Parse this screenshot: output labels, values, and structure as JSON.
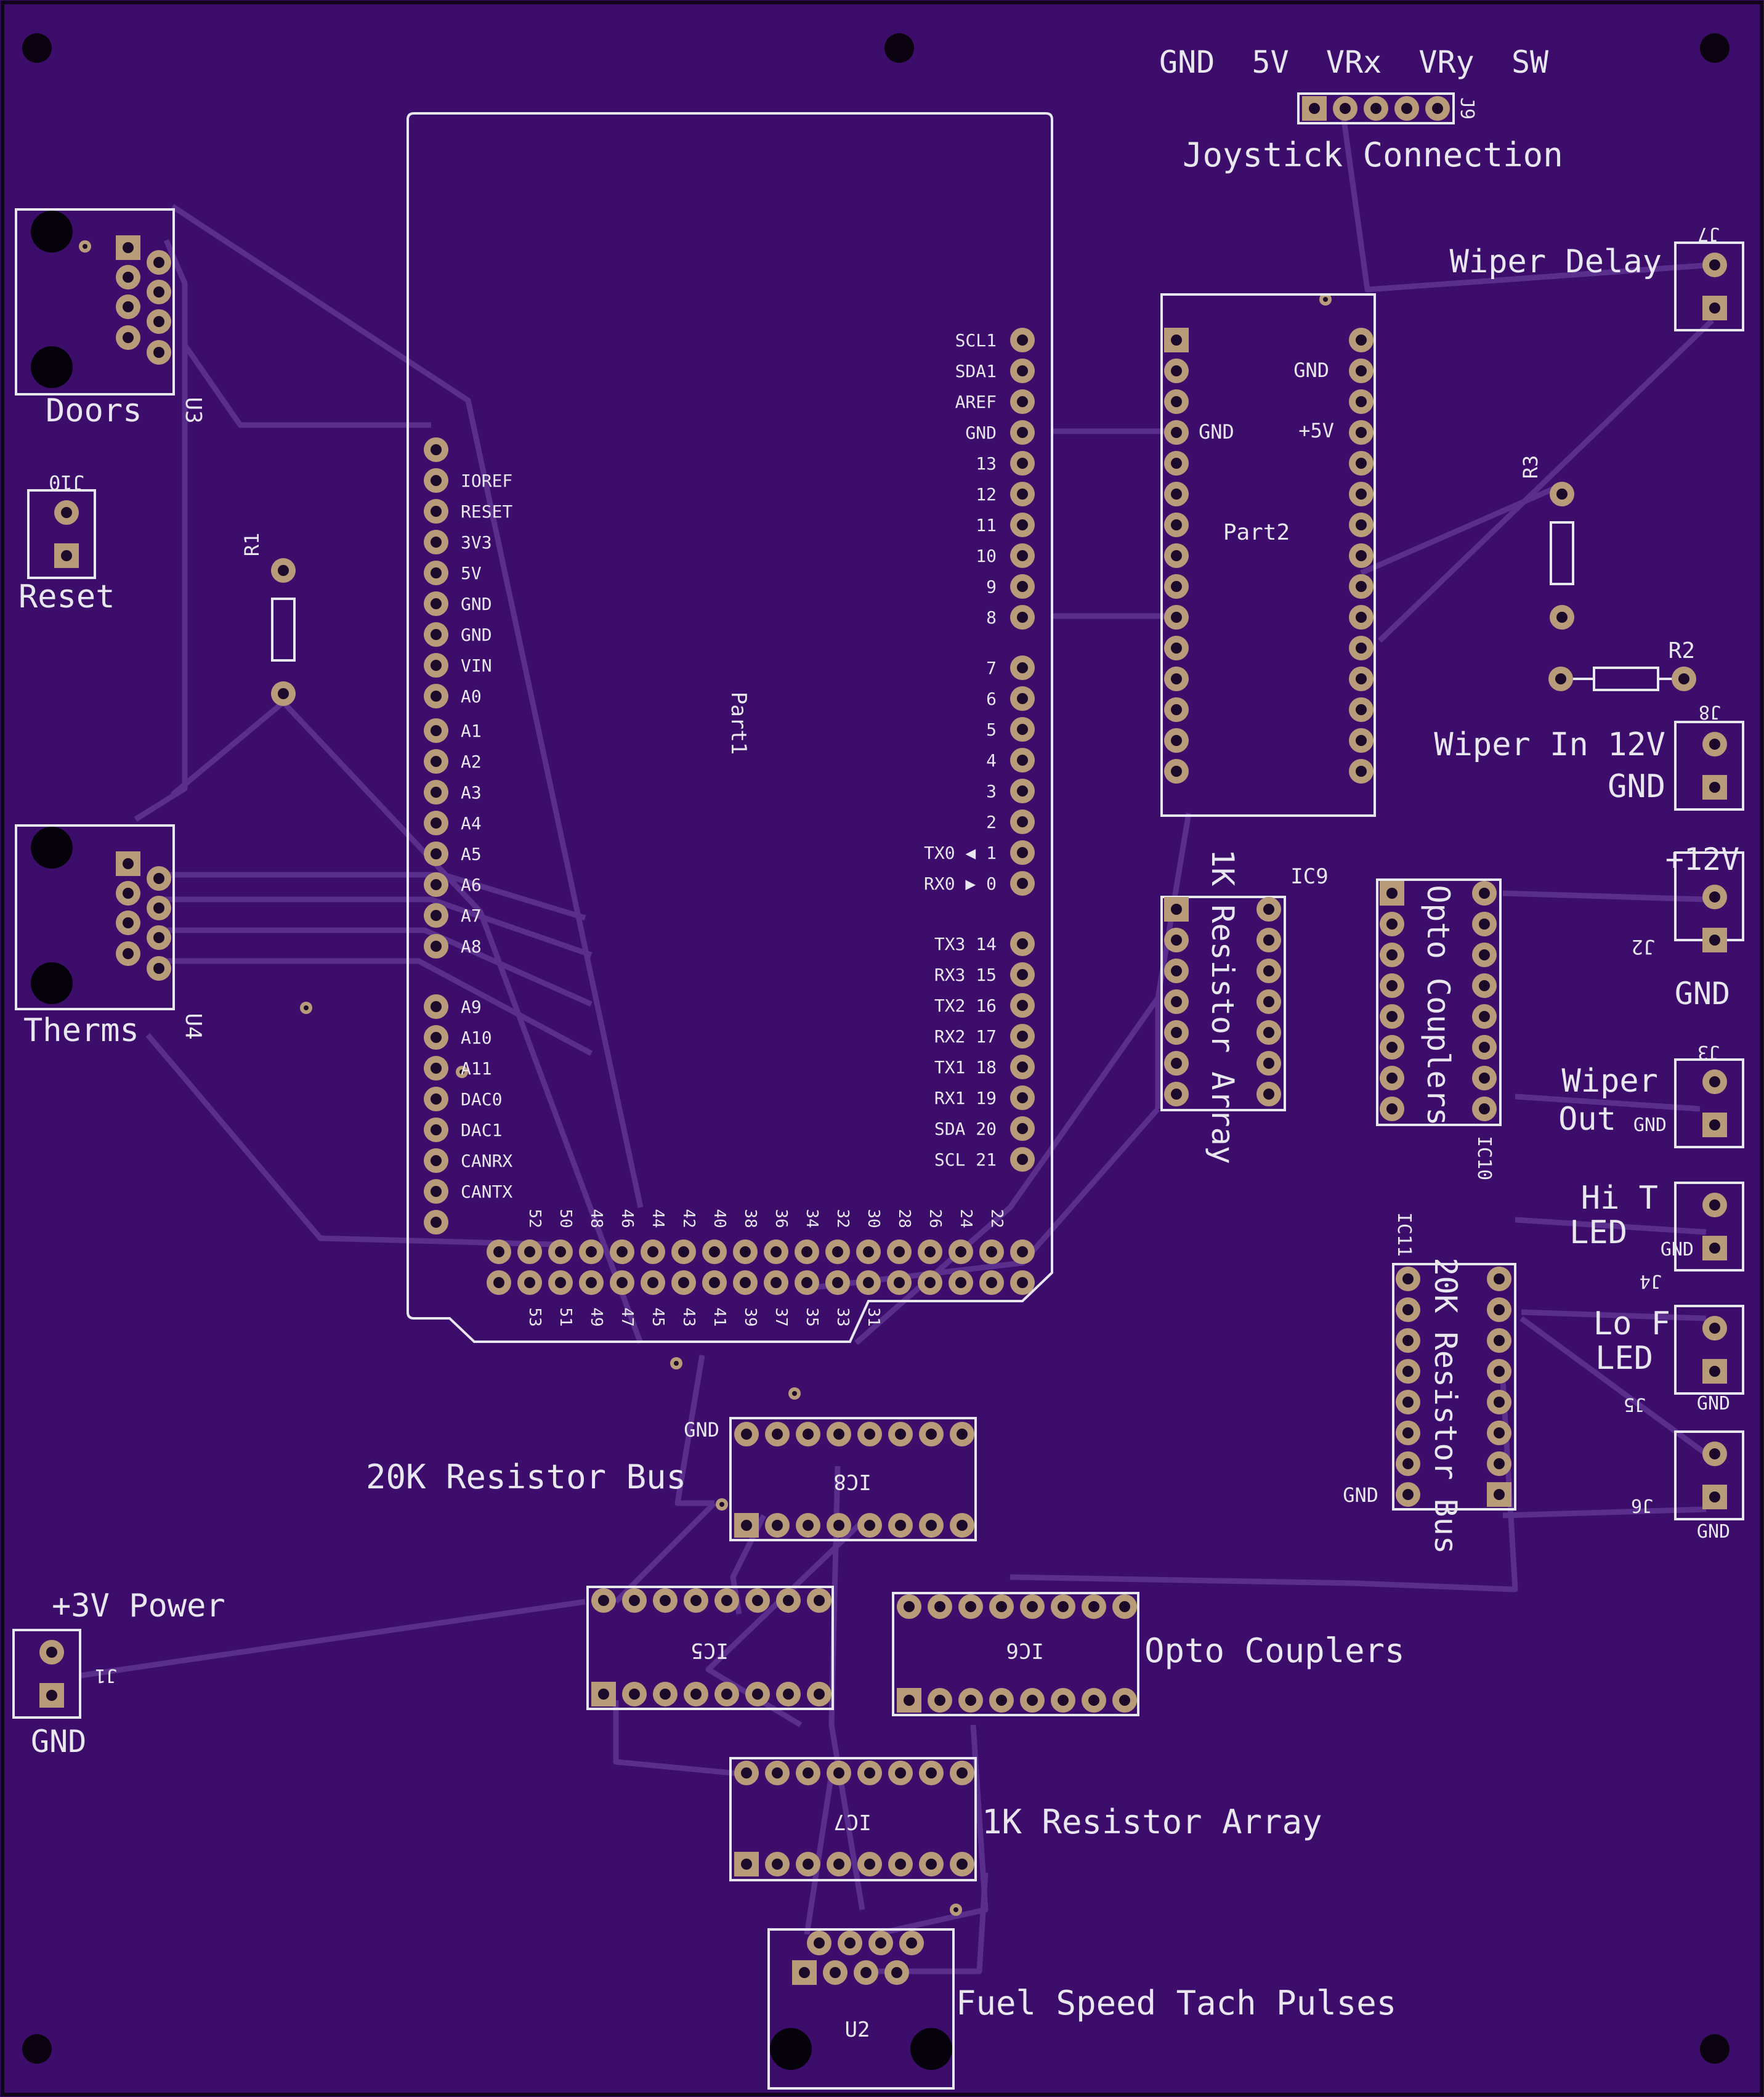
{
  "colors": {
    "board": "#3c0d6b",
    "trace": "#5a2e8c",
    "silk": "#e8e6ee",
    "copper": "#b89c7a",
    "hole": "#1c0a2a"
  },
  "joystick": {
    "pins": "GND  5V  VRx  VRy  SW",
    "title": "Joystick Connection",
    "ref": "J9"
  },
  "doors": {
    "label": "Doors",
    "ref": "U3"
  },
  "therms": {
    "label": "Therms",
    "ref": "U4"
  },
  "reset": {
    "label": "Reset",
    "ref": "J10"
  },
  "r1": "R1",
  "r2": "R2",
  "r3": "R3",
  "part1": {
    "name": "Part1",
    "left_labels": [
      "IOREF",
      "RESET",
      "3V3",
      "5V",
      "GND",
      "GND",
      "VIN",
      "A0",
      "A1",
      "A2",
      "A3",
      "A4",
      "A5",
      "A6",
      "A7",
      "A8",
      "A9",
      "A10",
      "A11",
      "DAC0",
      "DAC1",
      "CANRX",
      "CANTX"
    ],
    "right_labels": [
      "SCL1",
      "SDA1",
      "AREF",
      "GND",
      "13",
      "12",
      "11",
      "10",
      "9",
      "8",
      "7",
      "6",
      "5",
      "4",
      "3",
      "2",
      "TX0 ◀ 1",
      "RX0 ▶ 0",
      "TX3 14",
      "RX3 15",
      "TX2 16",
      "RX2 17",
      "TX1 18",
      "RX1 19",
      "SDA 20",
      "SCL 21"
    ],
    "bottom_top": [
      "52",
      "50",
      "48",
      "46",
      "44",
      "42",
      "40",
      "38",
      "36",
      "34",
      "32",
      "30",
      "28",
      "26",
      "24",
      "22"
    ],
    "bottom_bot": [
      "53",
      "51",
      "49",
      "47",
      "45",
      "43",
      "41",
      "39",
      "37",
      "35",
      "33",
      "31"
    ]
  },
  "part2": {
    "name": "Part2",
    "gnd_right": "GND",
    "gnd_left": "GND",
    "plus5v": "+5V"
  },
  "wiper_delay": {
    "label": "Wiper Delay",
    "ref": "J7"
  },
  "wiper_in": {
    "line1": "Wiper In 12V",
    "line2": "GND",
    "ref": "J8"
  },
  "j2": {
    "top": "+12V",
    "bottom": "GND",
    "ref": "J2"
  },
  "j3": {
    "line1": "Wiper",
    "line2": "Out",
    "gnd": "GND",
    "ref": "J3"
  },
  "j4": {
    "line1": "Hi T",
    "line2": "LED",
    "gnd": "GND",
    "ref": "J4"
  },
  "j5": {
    "line1": "Lo F",
    "line2": "LED",
    "gnd": "GND",
    "ref": "J5"
  },
  "j6": {
    "gnd": "GND",
    "ref": "J6"
  },
  "ic9": {
    "label": "1K Resistor Array",
    "ref": "IC9"
  },
  "ic10": {
    "label": "Opto Couplers",
    "ref": "IC10"
  },
  "ic11": {
    "label": "20K Resistor Bus",
    "ref": "IC11",
    "gnd": "GND"
  },
  "ic8": {
    "label": "20K Resistor Bus",
    "ref": "IC8",
    "gnd": "GND"
  },
  "ic5": {
    "ref": "IC5"
  },
  "ic6": {
    "ref": "IC6"
  },
  "ic7": {
    "ref": "IC7"
  },
  "opto_label": "Opto Couplers",
  "res1k_label": "1K Resistor Array",
  "j1": {
    "top": "+3V Power",
    "bottom": "GND",
    "ref": "J1"
  },
  "u2": {
    "ref": "U2",
    "label": "Fuel Speed Tach Pulses"
  }
}
